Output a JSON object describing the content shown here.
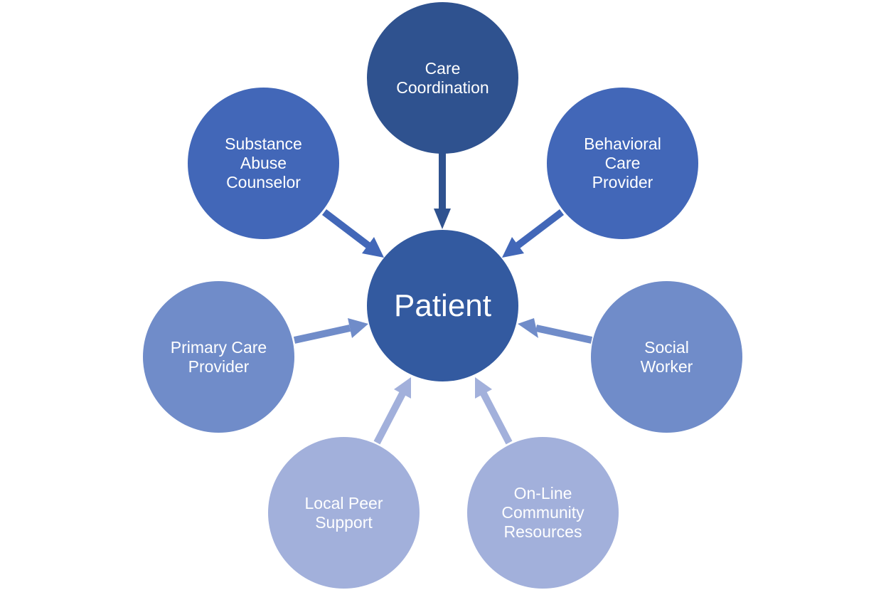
{
  "diagram": {
    "center": {
      "label": "Patient",
      "color": "#335aa0"
    },
    "nodes": [
      {
        "id": "care-coordination",
        "label": "Care\nCoordination",
        "color": "#2f528f"
      },
      {
        "id": "substance-abuse-counselor",
        "label": "Substance\nAbuse\nCounselor",
        "color": "#4267b8"
      },
      {
        "id": "behavioral-care-provider",
        "label": "Behavioral\nCare\nProvider",
        "color": "#4267b8"
      },
      {
        "id": "primary-care-provider",
        "label": "Primary Care\nProvider",
        "color": "#708cc9"
      },
      {
        "id": "social-worker",
        "label": "Social\nWorker",
        "color": "#708cc9"
      },
      {
        "id": "local-peer-support",
        "label": "Local Peer\nSupport",
        "color": "#a2b0db"
      },
      {
        "id": "online-community-resources",
        "label": "On-Line\nCommunity\nResources",
        "color": "#a2b0db"
      }
    ],
    "edges": [
      {
        "from": "care-coordination",
        "to": "center"
      },
      {
        "from": "substance-abuse-counselor",
        "to": "center"
      },
      {
        "from": "behavioral-care-provider",
        "to": "center"
      },
      {
        "from": "primary-care-provider",
        "to": "center"
      },
      {
        "from": "social-worker",
        "to": "center"
      },
      {
        "from": "local-peer-support",
        "to": "center"
      },
      {
        "from": "online-community-resources",
        "to": "center"
      }
    ]
  }
}
